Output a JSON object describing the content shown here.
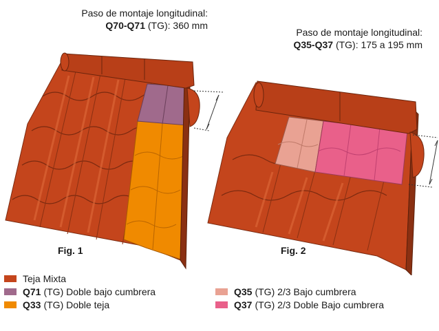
{
  "figures": [
    {
      "caption_line1": "Paso de montaje longitudinal:",
      "caption_code": "Q70-Q71",
      "caption_rest": " (TG): 360 mm",
      "label": "Fig. 1"
    },
    {
      "caption_line1": "Paso de montaje longitudinal:",
      "caption_code": "Q35-Q37",
      "caption_rest": " (TG): 175 a 195 mm",
      "label": "Fig. 2"
    }
  ],
  "legend": [
    {
      "code": "",
      "text": "Teja Mixta",
      "color": "#c4451c"
    },
    {
      "code": "Q71",
      "text": "(TG) Doble bajo cumbrera",
      "color": "#a06a8c"
    },
    {
      "code": "Q33",
      "text": "(TG) Doble teja",
      "color": "#f08a00"
    },
    {
      "code": "Q35",
      "text": "(TG) 2/3 Bajo cumbrera",
      "color": "#e9a293"
    },
    {
      "code": "Q37",
      "text": "(TG) 2/3 Doble Bajo cumbrera",
      "color": "#e9608a"
    }
  ],
  "colors": {
    "tile": "#c4451c",
    "tile_dark": "#9a3414",
    "tile_light": "#d9582c",
    "ridge": "#b83f18"
  }
}
